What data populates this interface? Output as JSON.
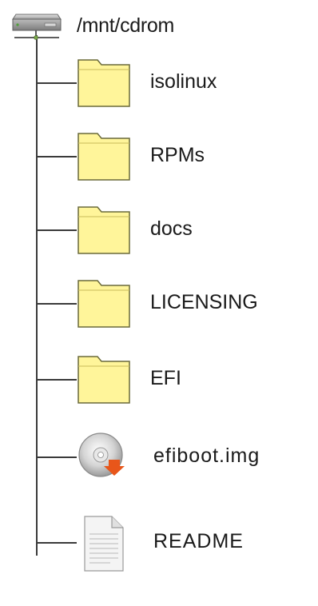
{
  "root": {
    "label": "/mnt/cdrom",
    "icon": "drive-icon"
  },
  "items": [
    {
      "label": "isolinux",
      "icon": "folder-icon",
      "kind": "folder"
    },
    {
      "label": "RPMs",
      "icon": "folder-icon",
      "kind": "folder"
    },
    {
      "label": "docs",
      "icon": "folder-icon",
      "kind": "folder"
    },
    {
      "label": "LICENSING",
      "icon": "folder-icon",
      "kind": "folder"
    },
    {
      "label": "EFI",
      "icon": "folder-icon",
      "kind": "folder"
    },
    {
      "label": "efiboot.img",
      "icon": "disc-image-icon",
      "kind": "file"
    },
    {
      "label": "README",
      "icon": "document-icon",
      "kind": "file"
    }
  ],
  "colors": {
    "folder_fill": "#fff59a",
    "folder_stroke": "#6a6a3a",
    "line": "#3a3a3a",
    "disc_arrow": "#e8561a"
  }
}
